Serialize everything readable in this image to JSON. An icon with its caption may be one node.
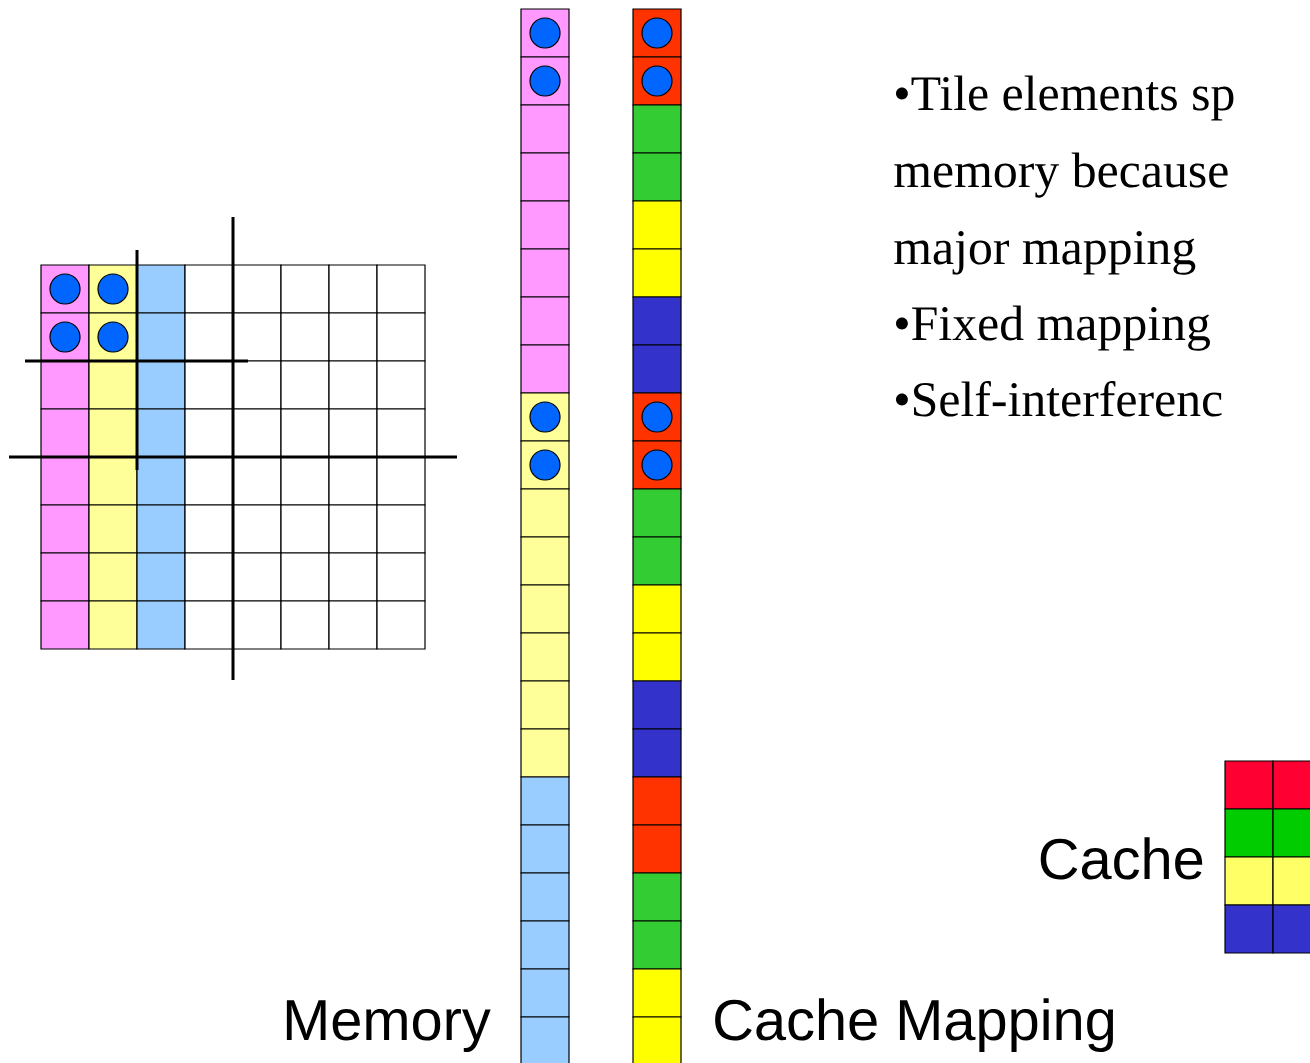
{
  "diagram": {
    "labels": [
      "•Tile elements sp",
      "memory because",
      "major mapping",
      "•Fixed mapping",
      "•Self-interferenc",
      "Cache",
      "Memory",
      "Cache Mapping"
    ]
  }
}
